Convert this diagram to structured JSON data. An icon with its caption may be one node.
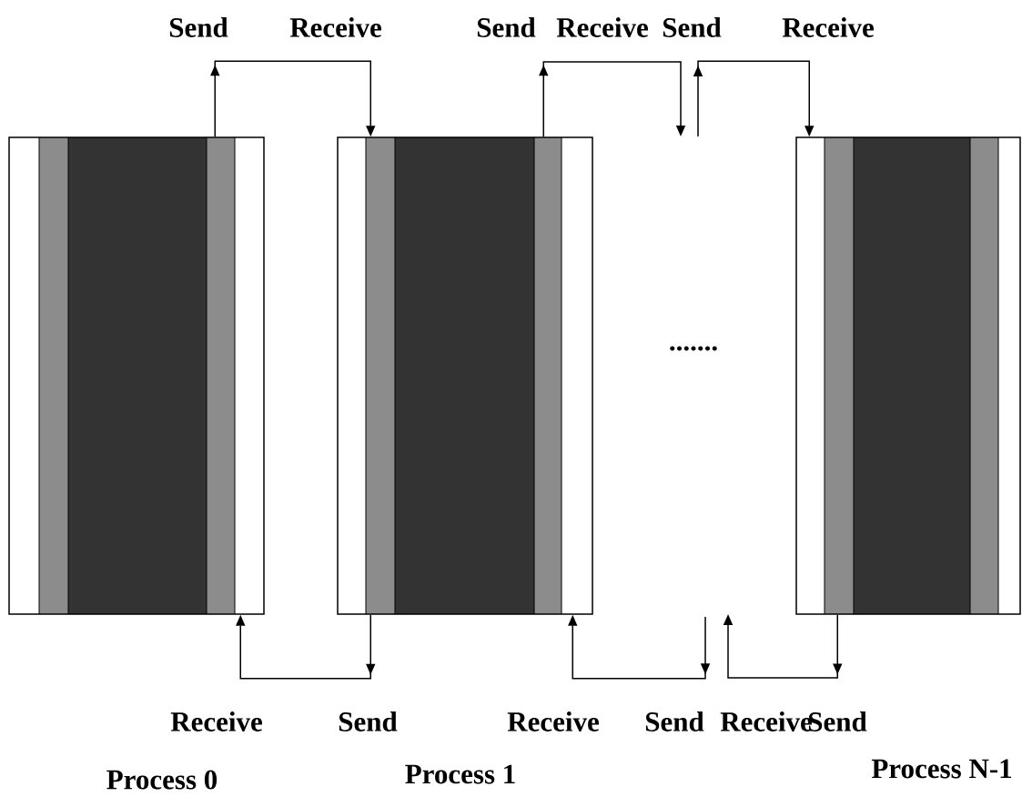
{
  "diagram": {
    "nodes": [
      {
        "text": [],
        "shape": "box"
      },
      {
        "text": [],
        "shape": "box"
      },
      {
        "text": [],
        "shape": "box"
      }
    ],
    "edges": [
      {
        "from": 0,
        "to": 1,
        "arrow": "to"
      },
      {
        "from": 1,
        "to": null,
        "arrow": "to"
      },
      {
        "from": null,
        "to": 2,
        "arrow": "to"
      },
      {
        "from": 1,
        "to": 0,
        "arrow": "to"
      },
      {
        "from": null,
        "to": 1,
        "arrow": "to"
      },
      {
        "from": 2,
        "to": null,
        "arrow": "to"
      }
    ],
    "labels": [
      "Send",
      "Receive",
      "Send",
      "Receive",
      "Send",
      "Receive",
      ".......",
      "Receive",
      "Send",
      "Receive",
      "Send",
      "Receive",
      "Send",
      "Process 0",
      "Process 1",
      "Process N-1"
    ]
  }
}
